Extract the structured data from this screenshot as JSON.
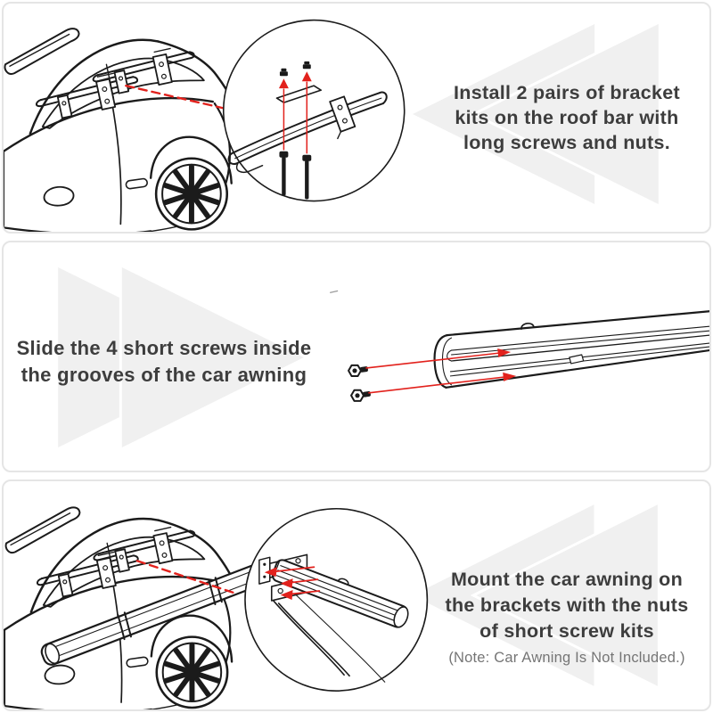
{
  "theme": {
    "accent_red": "#e2211c",
    "text_color": "#3d3d3d",
    "note_color": "#757575",
    "watermark_color": "#f0f0f0",
    "card_border": "#e5e5e5",
    "line_art": "#1b1b1b",
    "page_bg": "#ffffff"
  },
  "steps": [
    {
      "text": "Install 2 pairs of bracket kits on the roof bar with long screws and nuts.",
      "lines": [
        "Install 2 pairs of bracket",
        "kits on the roof bar with",
        "long screws and nuts."
      ],
      "illustration": "car-with-roof-bracket-kits",
      "inset": "roof-bar-bracket-long-screws-nuts-detail"
    },
    {
      "text": "Slide the 4 short screws inside the grooves of the car awning",
      "lines": [
        "Slide the 4 short screws inside",
        "the grooves of the car awning"
      ],
      "illustration": "awning-bar-with-short-screws"
    },
    {
      "text": "Mount the car awning on the brackets with the nuts of short screw kits",
      "lines": [
        "Mount the car awning on",
        "the brackets with the nuts",
        "of short screw kits"
      ],
      "note": "(Note: Car Awning Is Not Included.)",
      "illustration": "car-with-mounted-awning",
      "inset": "awning-mounted-on-bracket-detail"
    }
  ]
}
